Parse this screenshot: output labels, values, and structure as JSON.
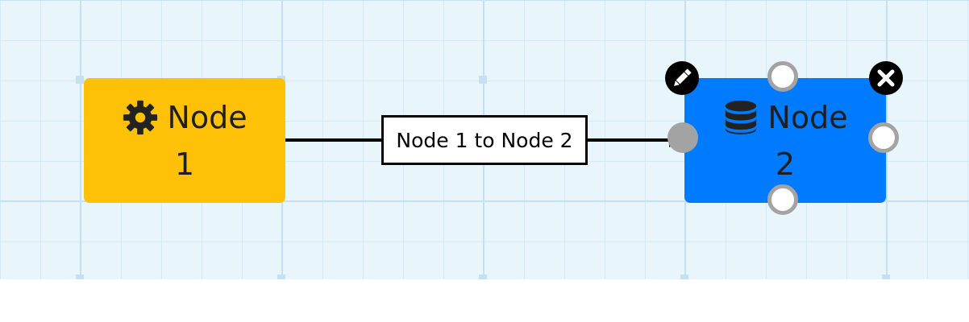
{
  "diagram": {
    "nodes": [
      {
        "id": "node-1",
        "line1": "Node",
        "line2": "1",
        "icon": "gear-icon",
        "color": "#ffc107"
      },
      {
        "id": "node-2",
        "line1": "Node",
        "line2": "2",
        "icon": "database-icon",
        "color": "#007bff",
        "selected": true
      }
    ],
    "edges": [
      {
        "from": "node-1",
        "to": "node-2",
        "label": "Node 1 to Node 2"
      }
    ],
    "actions": {
      "edit_icon": "pencil-icon",
      "delete_icon": "close-icon"
    },
    "colors": {
      "grid_background": "#e8f6fb",
      "grid_line": "#c3e0f5",
      "port": "#a3a3a3",
      "edge": "#000000"
    }
  }
}
